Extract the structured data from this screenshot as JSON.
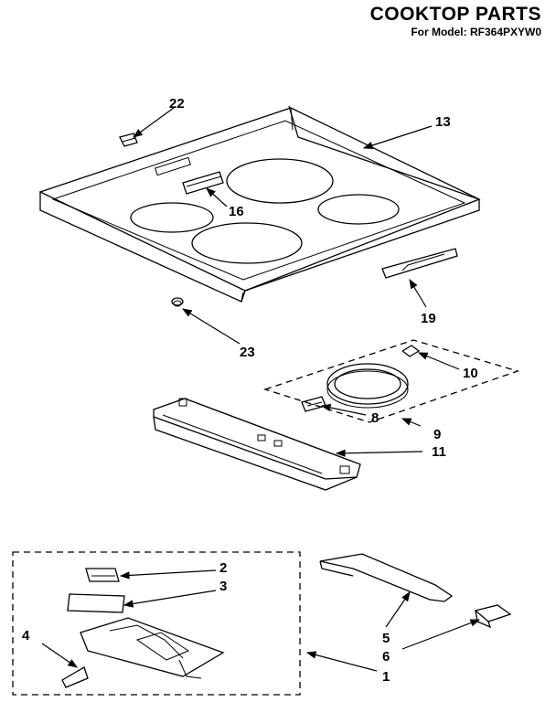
{
  "title": "COOKTOP PARTS",
  "subtitle": "For Model: RF364PXYW0",
  "callouts": [
    "22",
    "13",
    "16",
    "19",
    "23",
    "10",
    "8",
    "9",
    "11",
    "2",
    "3",
    "4",
    "5",
    "6",
    "1"
  ]
}
